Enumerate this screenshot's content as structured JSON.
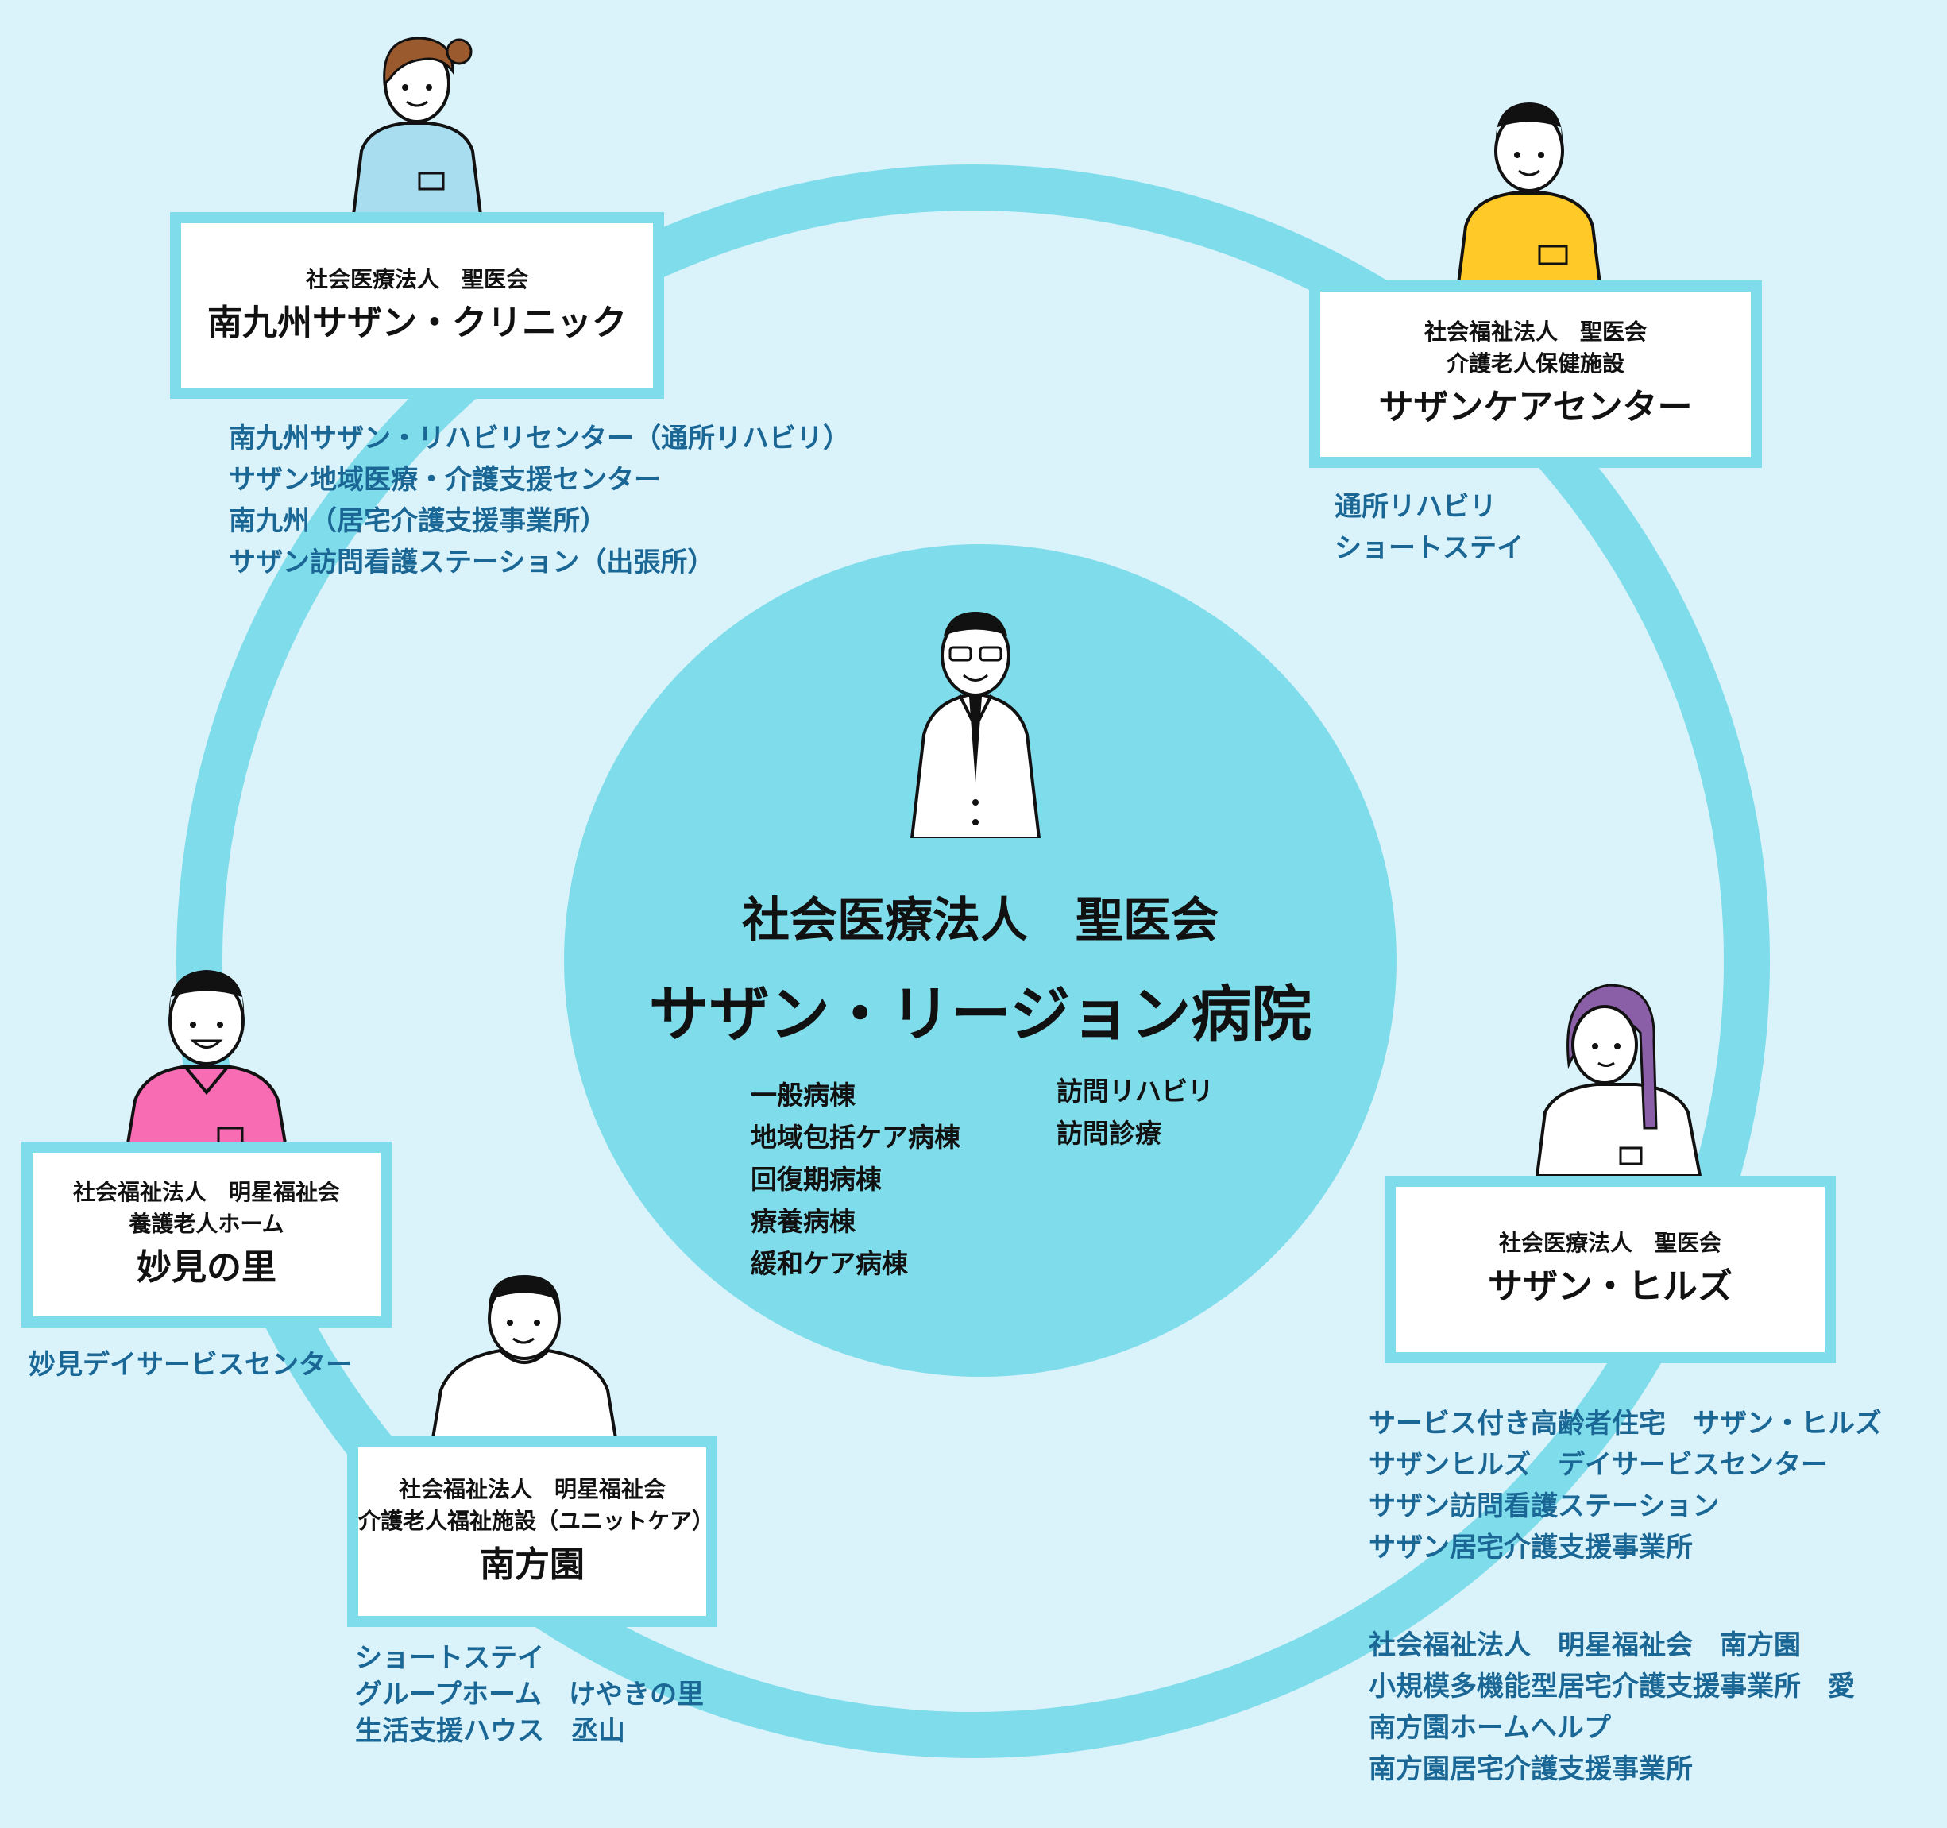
{
  "center": {
    "subtitle": "社会医療法人　聖医会",
    "title": "サザン・リージョン病院",
    "services_left": [
      "一般病棟",
      "地域包括ケア病棟",
      "回復期病棟",
      "療養病棟",
      "緩和ケア病棟"
    ],
    "services_right": [
      "訪問リハビリ",
      "訪問診療"
    ]
  },
  "clinic": {
    "org": "社会医療法人　聖医会",
    "name": "南九州サザン・クリニック",
    "services": [
      "南九州サザン・リハビリセンター（通所リハビリ）",
      "サザン地域医療・介護支援センター",
      "南九州（居宅介護支援事業所）",
      "サザン訪問看護ステーション（出張所）"
    ]
  },
  "care_center": {
    "org": "社会福祉法人　聖医会",
    "type": "介護老人保健施設",
    "name": "サザンケアセンター",
    "services": [
      "通所リハビリ",
      "ショートステイ"
    ]
  },
  "hills": {
    "org": "社会医療法人　聖医会",
    "name": "サザン・ヒルズ",
    "services": [
      "サービス付き高齢者住宅　サザン・ヒルズ",
      "サザンヒルズ　デイサービスセンター",
      "サザン訪問看護ステーション",
      "サザン居宅介護支援事業所"
    ],
    "services2": [
      "社会福祉法人　明星福祉会　南方園",
      "小規模多機能型居宅介護支援事業所　愛",
      "南方園ホームヘルプ",
      "南方園居宅介護支援事業所"
    ]
  },
  "myoken": {
    "org": "社会福祉法人　明星福祉会",
    "type": "養護老人ホーム",
    "name": "妙見の里",
    "services": [
      "妙見デイサービスセンター"
    ]
  },
  "nanpoen": {
    "org": "社会福祉法人　明星福祉会",
    "type": "介護老人福祉施設（ユニットケア）",
    "name": "南方園",
    "services": [
      "ショートステイ",
      "グループホーム　けやきの里",
      "生活支援ハウス　丞山"
    ]
  },
  "colors": {
    "background": "#daf3fb",
    "accent": "#7fdcea",
    "service_text": "#1a6796",
    "yellow_shirt": "#ffc928",
    "pink_shirt": "#f86cb4",
    "blue_shirt": "#a8dcef",
    "purple_hair": "#8a5fa8",
    "brown_hair": "#9a5a2e"
  }
}
